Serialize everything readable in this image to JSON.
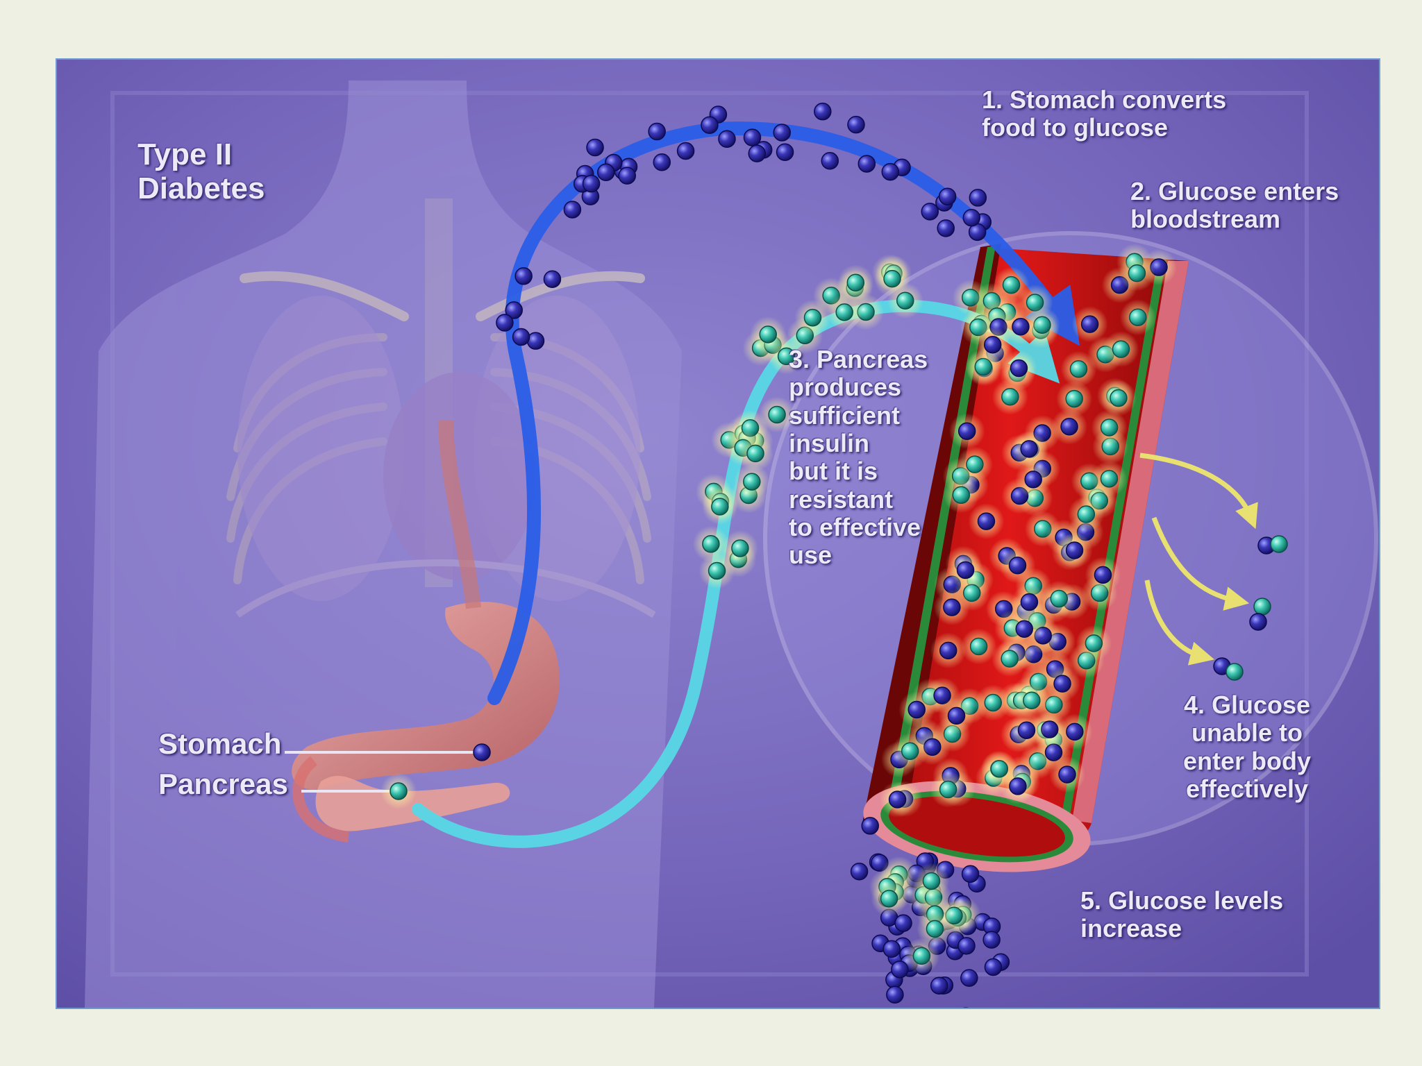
{
  "title": "Type II\nDiabetes",
  "organs": {
    "stomach": "Stomach",
    "pancreas": "Pancreas"
  },
  "steps": [
    {
      "number": "1.",
      "text": "Stomach converts\nfood to glucose"
    },
    {
      "number": "2.",
      "text": "Glucose enters\nbloodstream"
    },
    {
      "number": "3.",
      "text": "Pancreas\nproduces\nsufficient\ninsulin\nbut it is\nresistant\nto effective\nuse"
    },
    {
      "number": "4.",
      "text": "Glucose\nunable to\nenter body\neffectively"
    },
    {
      "number": "5.",
      "text": "Glucose levels\nincrease"
    }
  ],
  "labels": {
    "step1": "1. Stomach converts\nfood to glucose",
    "step2": "2. Glucose enters\nbloodstream",
    "step3": "3. Pancreas\nproduces\nsufficient\ninsulin\nbut it is\nresistant\nto effective\nuse",
    "step4": "4. Glucose\nunable to\nenter body\neffectively",
    "step5": "5. Glucose levels\nincrease"
  },
  "colors": {
    "background": "#7262b6",
    "glucose": "#3a36b8",
    "insulin": "#3fc7b2",
    "vessel": "#c01010",
    "glucose_arrow": "#2a5ee8",
    "insulin_arrow": "#58d8e6",
    "exit_arrow": "#e8e070"
  }
}
